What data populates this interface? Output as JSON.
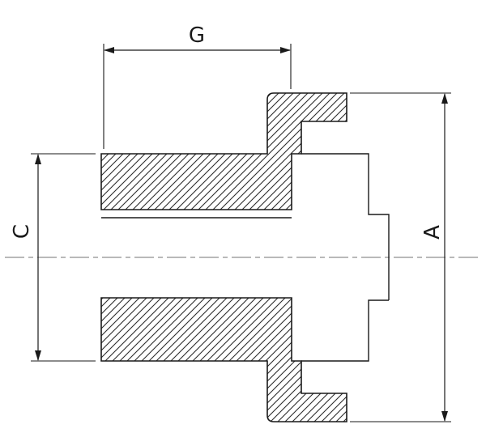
{
  "drawing": {
    "type": "technical-cross-section",
    "dimensions": {
      "top": "G",
      "left": "C",
      "right": "A"
    },
    "colors": {
      "ink": "#1a1a1a",
      "hatch": "#2b2b2b",
      "centerline": "#8f8f8f",
      "background": "#ffffff"
    }
  }
}
